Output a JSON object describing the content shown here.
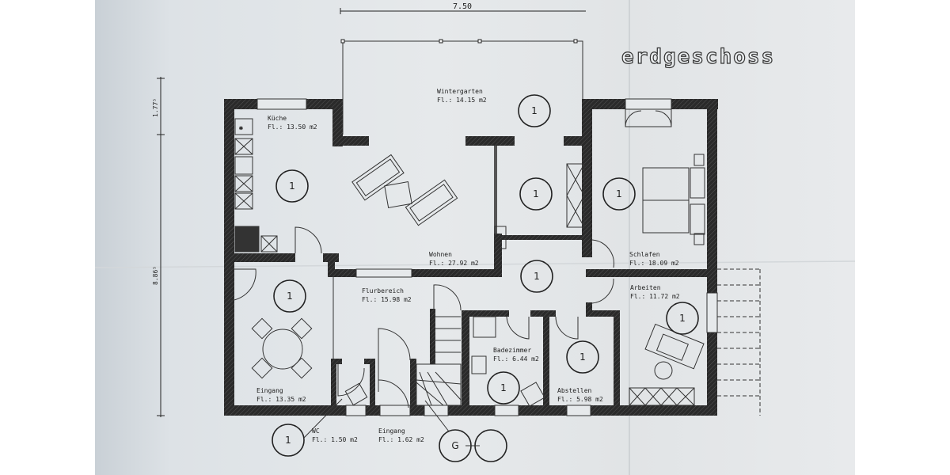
{
  "plan": {
    "title": "erdgeschoss",
    "dimensions": {
      "top_width": "7.50",
      "left_upper": "1.77⁵",
      "left_total": "8.86⁵"
    },
    "rooms": [
      {
        "name": "Küche",
        "area": "Fl.:  13.50 m2"
      },
      {
        "name": "Wintergarten",
        "area": "Fl.:  14.15 m2"
      },
      {
        "name": "Wohnen",
        "area": "Fl.:  27.92 m2"
      },
      {
        "name": "Schlafen",
        "area": "Fl.:  18.09 m2"
      },
      {
        "name": "Arbeiten",
        "area": "Fl.:  11.72 m2"
      },
      {
        "name": "Flurbereich",
        "area": "Fl.:  15.98 m2"
      },
      {
        "name": "Badezimmer",
        "area": "Fl.:  6.44 m2"
      },
      {
        "name": "Abstellen",
        "area": "Fl.:  5.98 m2"
      },
      {
        "name": "Eingang",
        "area": "Fl.:  13.35 m2"
      },
      {
        "name": "WC",
        "area": "Fl.:  1.50 m2"
      },
      {
        "name": "Eingang",
        "area": "Fl.:  1.62 m2"
      }
    ],
    "markers": {
      "room_marker": "1",
      "g_marker": "G"
    }
  }
}
